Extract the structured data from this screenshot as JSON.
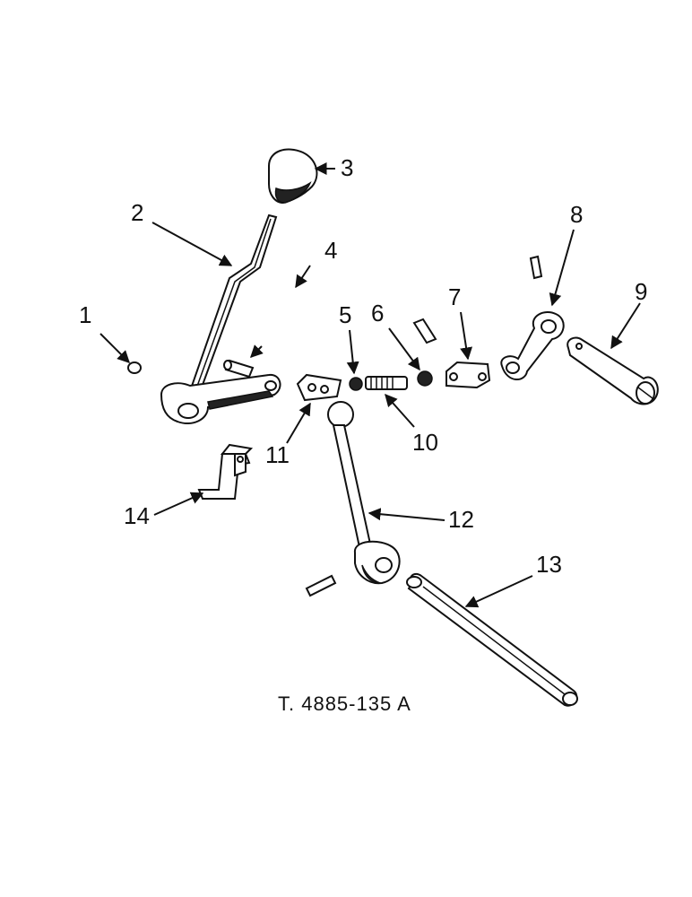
{
  "diagram": {
    "callouts": [
      "1",
      "2",
      "3",
      "4",
      "5",
      "6",
      "7",
      "8",
      "9",
      "10",
      "11",
      "12",
      "13",
      "14"
    ],
    "caption": "T. 4885-135 A"
  }
}
